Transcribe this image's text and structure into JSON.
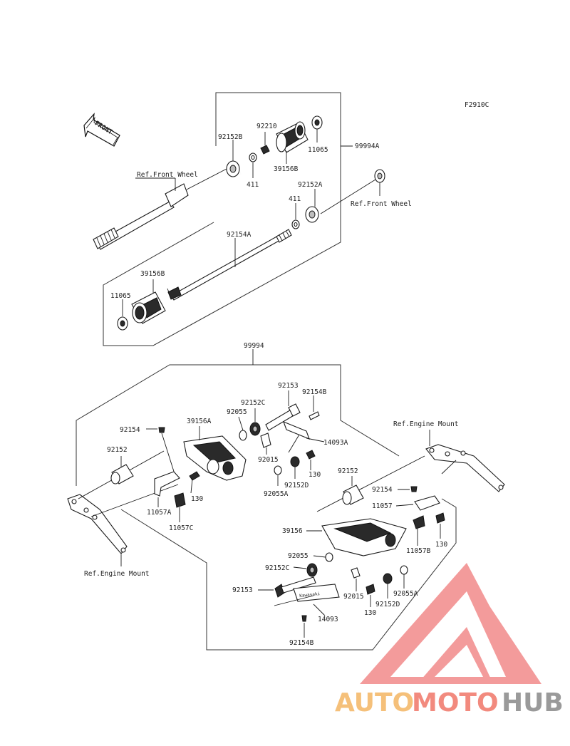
{
  "diagram_code": "F2910C",
  "front_arrow": "FRONT",
  "upper_kit": "99994A",
  "lower_kit": "99994",
  "labels": {
    "p92210": "92210",
    "p92152B": "92152B",
    "p11065_top": "11065",
    "p99994A": "99994A",
    "p39156B_top": "39156B",
    "ref_front_wheel_left": "Ref.Front Wheel",
    "p411_a": "411",
    "p411_b": "411",
    "p92152A": "92152A",
    "ref_front_wheel_right": "Ref.Front Wheel",
    "p92154A": "92154A",
    "p39156B_bottom": "39156B",
    "p11065_bottom": "11065",
    "p99994": "99994",
    "p92153_top": "92153",
    "p92154B_top": "92154B",
    "p92152C_top": "92152C",
    "p92055_top": "92055",
    "p39156A": "39156A",
    "p92154_left": "92154",
    "p14093A": "14093A",
    "p92152_left": "92152",
    "p92015_top": "92015",
    "p130_a": "130",
    "p92152D_top": "92152D",
    "p92055A_top": "92055A",
    "p130_b": "130",
    "p11057A": "11057A",
    "p11057C": "11057C",
    "ref_engine_mount_right": "Ref.Engine Mount",
    "p92152_right": "92152",
    "p92154_right": "92154",
    "p11057": "11057",
    "p39156": "39156",
    "p11057B": "11057B",
    "p130_c": "130",
    "p92055_bottom": "92055",
    "p92152C_bottom": "92152C",
    "p92153_bottom": "92153",
    "p92015_bottom": "92015",
    "p130_d": "130",
    "p92152D_bottom": "92152D",
    "p92055A_bottom": "92055A",
    "p14093": "14093",
    "p92154B_bottom": "92154B",
    "ref_engine_mount_left": "Ref.Engine Mount"
  },
  "watermark": {
    "part1": "AUTO",
    "part2": "MOTO",
    "part3": "HUB",
    "color_auto": "#f5c07a",
    "color_moto": "#f28a7e",
    "color_hub": "#9a9a9a",
    "color_triangle": "#f06b6b"
  }
}
